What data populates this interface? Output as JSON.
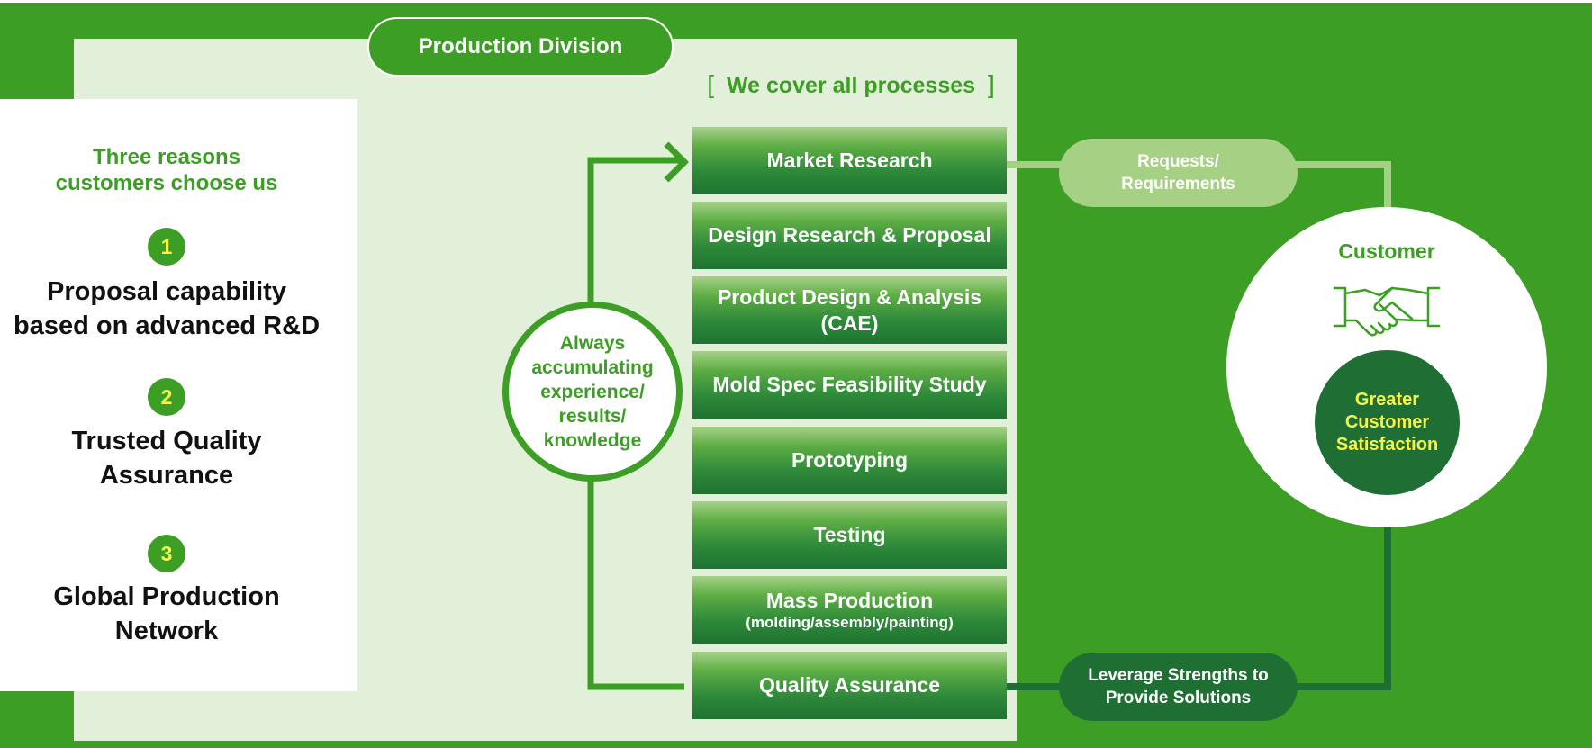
{
  "colors": {
    "background": "#3c9e24",
    "panel": "#e2f0da",
    "accent_green": "#3c9e24",
    "dark_green": "#1f6f34",
    "light_green": "#a6d184",
    "number_text": "#f4f44a"
  },
  "reasons": {
    "title_line1": "Three reasons",
    "title_line2": "customers choose us",
    "items": [
      {
        "number": "1",
        "line1": "Proposal capability",
        "line2": "based on advanced R&D"
      },
      {
        "number": "2",
        "line1": "Trusted Quality",
        "line2": "Assurance"
      },
      {
        "number": "3",
        "line1": "Global Production",
        "line2": "Network"
      }
    ]
  },
  "division": {
    "label": "Production Division",
    "bracket_left": "[",
    "cover_text": "We cover all processes",
    "bracket_right": "]"
  },
  "processes": [
    {
      "label": "Market Research"
    },
    {
      "label": "Design Research & Proposal"
    },
    {
      "label": "Product Design & Analysis",
      "sub": "(CAE)"
    },
    {
      "label": "Mold Spec Feasibility Study"
    },
    {
      "label": "Prototyping"
    },
    {
      "label": "Testing"
    },
    {
      "label": "Mass Production",
      "sub": "(molding/assembly/painting)"
    },
    {
      "label": "Quality Assurance"
    }
  ],
  "loop": {
    "line1": "Always",
    "line2": "accumulating",
    "line3": "experience/",
    "line4": "results/",
    "line5": "knowledge"
  },
  "requests": {
    "line1": "Requests/",
    "line2": "Requirements"
  },
  "leverage": {
    "line1": "Leverage Strengths to",
    "line2": "Provide Solutions"
  },
  "customer": {
    "label": "Customer",
    "icon": "handshake-icon",
    "satisfaction_line1": "Greater",
    "satisfaction_line2": "Customer",
    "satisfaction_line3": "Satisfaction"
  }
}
